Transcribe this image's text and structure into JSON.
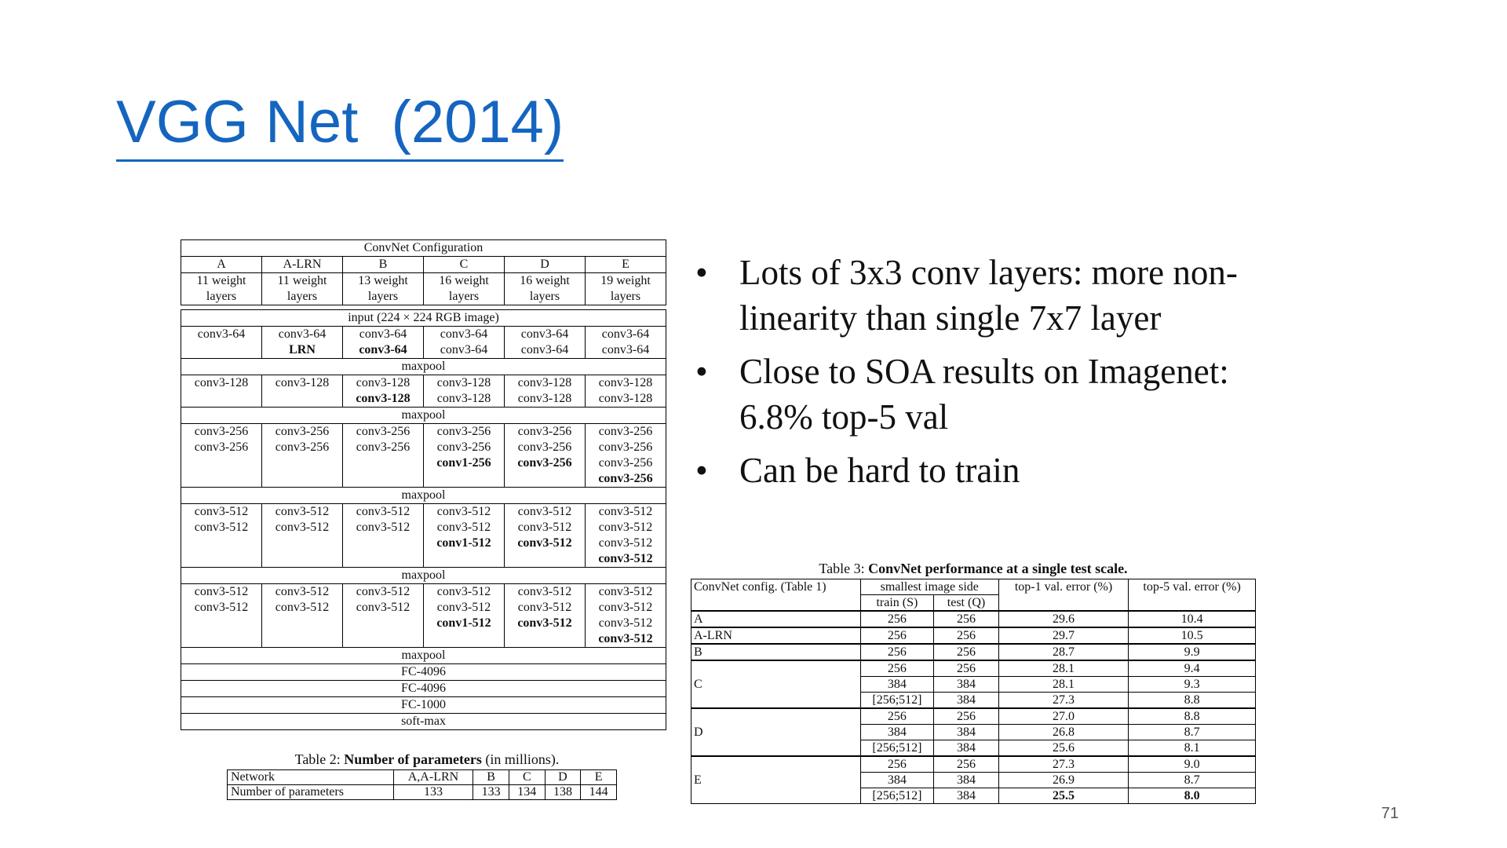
{
  "slide": {
    "title": "VGG Net  (2014)",
    "page_number": "71"
  },
  "config_table": {
    "header": "ConvNet Configuration",
    "columns": [
      "A",
      "A-LRN",
      "B",
      "C",
      "D",
      "E"
    ],
    "depths": [
      "11 weight layers",
      "11 weight layers",
      "13 weight layers",
      "16 weight layers",
      "16 weight layers",
      "19 weight layers"
    ],
    "input": "input (224 × 224 RGB image)",
    "maxpool": "maxpool",
    "block1": [
      [
        "conv3-64"
      ],
      [
        "conv3-64",
        "LRN"
      ],
      [
        "conv3-64",
        "conv3-64"
      ],
      [
        "conv3-64",
        "conv3-64"
      ],
      [
        "conv3-64",
        "conv3-64"
      ],
      [
        "conv3-64",
        "conv3-64"
      ]
    ],
    "block2": [
      [
        "conv3-128"
      ],
      [
        "conv3-128"
      ],
      [
        "conv3-128",
        "conv3-128"
      ],
      [
        "conv3-128",
        "conv3-128"
      ],
      [
        "conv3-128",
        "conv3-128"
      ],
      [
        "conv3-128",
        "conv3-128"
      ]
    ],
    "block3": [
      [
        "conv3-256",
        "conv3-256"
      ],
      [
        "conv3-256",
        "conv3-256"
      ],
      [
        "conv3-256",
        "conv3-256"
      ],
      [
        "conv3-256",
        "conv3-256",
        "conv1-256"
      ],
      [
        "conv3-256",
        "conv3-256",
        "conv3-256"
      ],
      [
        "conv3-256",
        "conv3-256",
        "conv3-256",
        "conv3-256"
      ]
    ],
    "block4": [
      [
        "conv3-512",
        "conv3-512"
      ],
      [
        "conv3-512",
        "conv3-512"
      ],
      [
        "conv3-512",
        "conv3-512"
      ],
      [
        "conv3-512",
        "conv3-512",
        "conv1-512"
      ],
      [
        "conv3-512",
        "conv3-512",
        "conv3-512"
      ],
      [
        "conv3-512",
        "conv3-512",
        "conv3-512",
        "conv3-512"
      ]
    ],
    "block5": [
      [
        "conv3-512",
        "conv3-512"
      ],
      [
        "conv3-512",
        "conv3-512"
      ],
      [
        "conv3-512",
        "conv3-512"
      ],
      [
        "conv3-512",
        "conv3-512",
        "conv1-512"
      ],
      [
        "conv3-512",
        "conv3-512",
        "conv3-512"
      ],
      [
        "conv3-512",
        "conv3-512",
        "conv3-512",
        "conv3-512"
      ]
    ],
    "fc1": "FC-4096",
    "fc2": "FC-4096",
    "fc3": "FC-1000",
    "softmax": "soft-max"
  },
  "params_table": {
    "caption_prefix": "Table 2: ",
    "caption_bold": "Number of parameters",
    "caption_suffix": " (in millions).",
    "header": [
      "Network",
      "A,A-LRN",
      "B",
      "C",
      "D",
      "E"
    ],
    "row": [
      "Number of parameters",
      "133",
      "133",
      "134",
      "138",
      "144"
    ]
  },
  "bullets": [
    "Lots of 3x3 conv layers: more non-linearity than single 7x7 layer",
    "Close to SOA results on Imagenet: 6.8% top-5 val",
    "Can be hard to train"
  ],
  "bullet_symbol": "•",
  "perf_table": {
    "caption_prefix": "Table 3: ",
    "caption_bold": "ConvNet performance at a single test scale.",
    "h_config": "ConvNet config. (Table 1)",
    "h_side": "smallest image side",
    "h_top1": "top-1 val. error (%)",
    "h_top5": "top-5 val. error (%)",
    "h_train": "train (S)",
    "h_test": "test (Q)",
    "groups": [
      {
        "name": "A",
        "rows": [
          [
            "256",
            "256",
            "29.6",
            "10.4"
          ]
        ]
      },
      {
        "name": "A-LRN",
        "rows": [
          [
            "256",
            "256",
            "29.7",
            "10.5"
          ]
        ]
      },
      {
        "name": "B",
        "rows": [
          [
            "256",
            "256",
            "28.7",
            "9.9"
          ]
        ]
      },
      {
        "name": "C",
        "rows": [
          [
            "256",
            "256",
            "28.1",
            "9.4"
          ],
          [
            "384",
            "384",
            "28.1",
            "9.3"
          ],
          [
            "[256;512]",
            "384",
            "27.3",
            "8.8"
          ]
        ]
      },
      {
        "name": "D",
        "rows": [
          [
            "256",
            "256",
            "27.0",
            "8.8"
          ],
          [
            "384",
            "384",
            "26.8",
            "8.7"
          ],
          [
            "[256;512]",
            "384",
            "25.6",
            "8.1"
          ]
        ]
      },
      {
        "name": "E",
        "rows": [
          [
            "256",
            "256",
            "27.3",
            "9.0"
          ],
          [
            "384",
            "384",
            "26.9",
            "8.7"
          ],
          [
            "[256;512]",
            "384",
            "25.5",
            "8.0"
          ]
        ]
      }
    ]
  }
}
